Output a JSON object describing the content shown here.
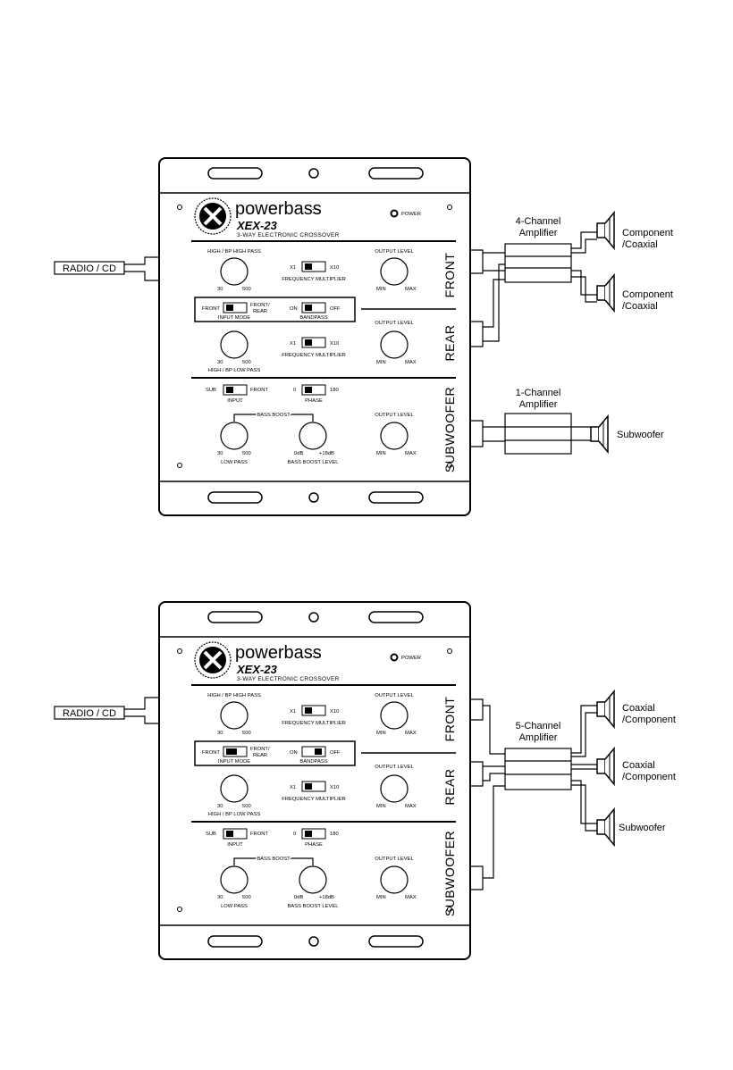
{
  "diagrams": [
    {
      "source": "RADIO / CD",
      "unit": {
        "brand": "powerbass",
        "model": "XEX-23",
        "subtitle": "3-WAY ELECTRONIC CROSSOVER",
        "power": "POWER",
        "front": {
          "section": "FRONT",
          "hp_label": "HIGH / BP HIGH PASS",
          "hp_min": "30",
          "hp_max": "500",
          "mult_x1": "X1",
          "mult_x10": "X10",
          "mult_label": "FREQUENCY MULTIPLIER",
          "out_label": "OUTPUT LEVEL",
          "out_min": "MIN",
          "out_max": "MAX"
        },
        "mode": {
          "front": "FRONT",
          "front_rear_1": "FRONT/",
          "front_rear_2": "REAR",
          "input_mode": "INPUT MODE",
          "on": "ON",
          "off": "OFF",
          "bandpass": "BANDPASS"
        },
        "rear": {
          "section": "REAR",
          "lp_min": "30",
          "lp_max": "500",
          "lp_label": "HIGH / BP LOW PASS",
          "mult_x1": "X1",
          "mult_x10": "X10",
          "mult_label": "FREQUENCY MULTIPLIER",
          "out_label": "OUTPUT LEVEL",
          "out_min": "MIN",
          "out_max": "MAX"
        },
        "sub": {
          "section": "SUBWOOFER",
          "sub": "SUB",
          "front": "FRONT",
          "input": "INPUT",
          "phase_0": "0",
          "phase_180": "180",
          "phase": "PHASE",
          "bass_boost": "BASS BOOST",
          "lp_min": "30",
          "lp_max": "500",
          "lp_label": "LOW PASS",
          "bb_min": "0dB",
          "bb_max": "+18dB",
          "bb_label": "BASS BOOST LEVEL",
          "out_label": "OUTPUT LEVEL",
          "out_min": "MIN",
          "out_max": "MAX"
        }
      },
      "amp1": {
        "line1": "4-Channel",
        "line2": "Amplifier"
      },
      "amp2": {
        "line1": "1-Channel",
        "line2": "Amplifier"
      },
      "speakers": [
        {
          "line1": "Component",
          "line2": "/Coaxial"
        },
        {
          "line1": "Component",
          "line2": "/Coaxial"
        },
        {
          "line1": "Subwoofer",
          "line2": ""
        }
      ]
    },
    {
      "source": "RADIO / CD",
      "unit": {
        "brand": "powerbass",
        "model": "XEX-23",
        "subtitle": "3-WAY ELECTRONIC CROSSOVER",
        "power": "POWER",
        "front": {
          "section": "FRONT",
          "hp_label": "HIGH / BP HIGH PASS",
          "hp_min": "30",
          "hp_max": "500",
          "mult_x1": "X1",
          "mult_x10": "X10",
          "mult_label": "FREQUENCY MULTIPLIER",
          "out_label": "OUTPUT LEVEL",
          "out_min": "MIN",
          "out_max": "MAX"
        },
        "mode": {
          "front": "FRONT",
          "front_rear_1": "FRONT/",
          "front_rear_2": "REAR",
          "input_mode": "INPUT MODE",
          "on": "ON",
          "off": "OFF",
          "bandpass": "BANDPASS"
        },
        "rear": {
          "section": "REAR",
          "lp_min": "30",
          "lp_max": "500",
          "lp_label": "HIGH / BP LOW PASS",
          "mult_x1": "X1",
          "mult_x10": "X10",
          "mult_label": "FREQUENCY MULTIPLIER",
          "out_label": "OUTPUT LEVEL",
          "out_min": "MIN",
          "out_max": "MAX"
        },
        "sub": {
          "section": "SUBWOOFER",
          "sub": "SUB",
          "front": "FRONT",
          "input": "INPUT",
          "phase_0": "0",
          "phase_180": "180",
          "phase": "PHASE",
          "bass_boost": "BASS BOOST",
          "lp_min": "30",
          "lp_max": "500",
          "lp_label": "LOW PASS",
          "bb_min": "0dB",
          "bb_max": "+18dB",
          "bb_label": "BASS BOOST LEVEL",
          "out_label": "OUTPUT LEVEL",
          "out_min": "MIN",
          "out_max": "MAX"
        }
      },
      "amp1": {
        "line1": "5-Channel",
        "line2": "Amplifier"
      },
      "speakers": [
        {
          "line1": "Coaxial",
          "line2": "/Component"
        },
        {
          "line1": "Coaxial",
          "line2": "/Component"
        },
        {
          "line1": "Subwoofer",
          "line2": ""
        }
      ]
    }
  ]
}
